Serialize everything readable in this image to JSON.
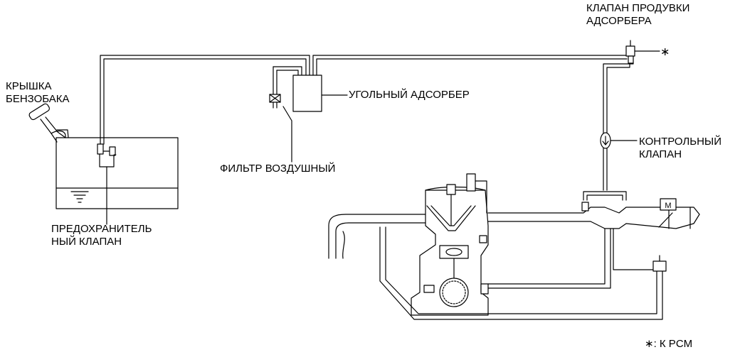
{
  "labels": {
    "fuel_cap": [
      "КРЫШКА",
      "БЕНЗОБАКА"
    ],
    "purge_valve": [
      "КЛАПАН ПРОДУВКИ",
      "АДСОРБЕРА"
    ],
    "canister": "УГОЛЬНЫЙ АДСОРБЕР",
    "air_filter": "ФИЛЬТР ВОЗДУШНЫЙ",
    "check_valve": [
      "КОНТРОЛЬНЫЙ",
      "КЛАПАН"
    ],
    "rollover_valve": [
      "ПРЕДОХРАНИТЕЛЬ",
      "НЫЙ КЛАПАН"
    ],
    "pcm_mark": "∗",
    "pcm_note": "∗: К PCM",
    "motor_symbol": "M"
  },
  "colors": {
    "line": "#000000",
    "background": "#ffffff"
  }
}
